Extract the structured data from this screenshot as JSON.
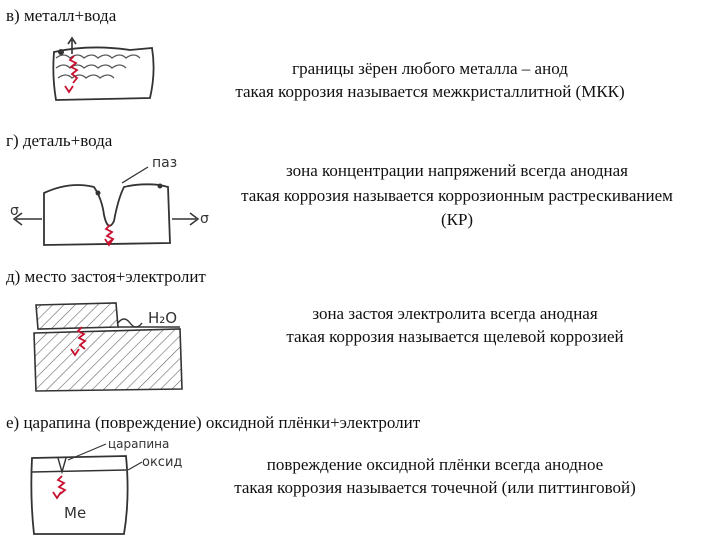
{
  "sections": [
    {
      "heading": "в) металл+вода",
      "lines": [
        "границы зёрен любого металла – анод",
        "такая коррозия называется межкристаллитной (МКК)"
      ]
    },
    {
      "heading": "г) деталь+вода",
      "lines": [
        "зона концентрации напряжений всегда анодная",
        "такая коррозия называется коррозионным растрескиванием",
        "(КР)"
      ],
      "sketch_labels": {
        "groove": "паз",
        "sigma_left": "σ",
        "sigma_right": "σ"
      }
    },
    {
      "heading": "д) место застоя+электролит",
      "lines": [
        "зона застоя электролита всегда анодная",
        "такая коррозия называется щелевой коррозией"
      ],
      "sketch_labels": {
        "water": "H₂O"
      }
    },
    {
      "heading": "е) царапина (повреждение) оксидной плёнки+электролит",
      "lines": [
        "повреждение оксидной плёнки всегда анодное",
        "такая коррозия называется точечной (или питтинговой)"
      ],
      "sketch_labels": {
        "scratch": "царапина",
        "oxide": "оксид",
        "metal": "Ме"
      }
    }
  ],
  "colors": {
    "ink": "#111111",
    "pencil": "#3a3a3a",
    "arrow_red": "#c8102e"
  }
}
